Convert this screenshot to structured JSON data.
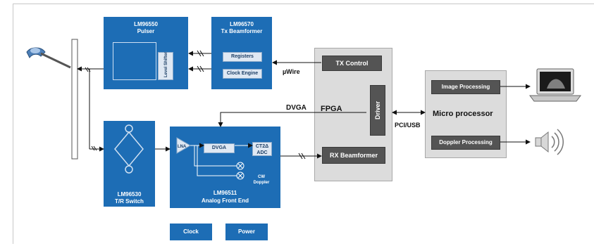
{
  "blocks": {
    "pulser": {
      "part": "LM96550",
      "name": "Pulser",
      "level_shifter": "Level Shifter"
    },
    "tx_beamformer": {
      "part": "LM96570",
      "name": "Tx Beamformer",
      "registers": "Registers",
      "clock_engine": "Clock Engine"
    },
    "tr_switch": {
      "part": "LM96530",
      "name": "T/R Switch"
    },
    "afe": {
      "part": "LM96511",
      "name": "Analog Front End",
      "lna": "LNA",
      "dvga": "DVGA",
      "adc": "CT2Δ ADC",
      "cw": "CW Doppler"
    },
    "fpga": {
      "title": "FPGA",
      "tx_control": "TX Control",
      "driver": "Driver",
      "rx_beamformer": "RX Beamformer"
    },
    "micro": {
      "title": "Micro processor",
      "image_processing": "Image Processing",
      "doppler_processing": "Doppler Processing"
    },
    "clock": "Clock",
    "power": "Power"
  },
  "connections": {
    "uwire": "µWire",
    "dvga": "DVGA",
    "pci_usb": "PCI/USB"
  },
  "colors": {
    "block_blue": "#1d6db5",
    "fpga_gray": "#dcdcdc",
    "dark_gray": "#545454"
  },
  "icons": [
    "probe-icon",
    "laptop-icon",
    "speaker-icon"
  ]
}
